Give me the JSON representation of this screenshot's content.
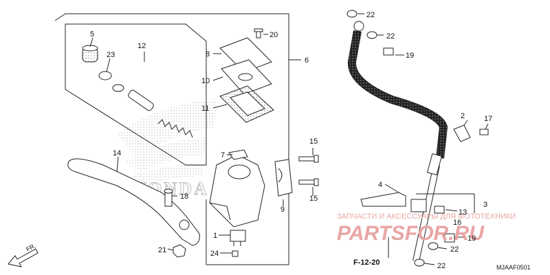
{
  "callouts": {
    "p1": "1",
    "p2": "2",
    "p3": "3",
    "p4": "4",
    "p5": "5",
    "p6": "6",
    "p7": "7",
    "p8": "8",
    "p9": "9",
    "p10": "10",
    "p11": "11",
    "p12": "12",
    "p13": "13",
    "p14": "14",
    "p15a": "15",
    "p15b": "15",
    "p16": "16",
    "p17": "17",
    "p18": "18",
    "p19a": "19",
    "p19b": "19",
    "p20": "20",
    "p21": "21",
    "p22a": "22",
    "p22b": "22",
    "p22c": "22",
    "p22d": "22",
    "p23": "23",
    "p24": "24"
  },
  "reference": "F-12-20",
  "diagram_code": "MJAAF0501",
  "direction_label": "FR.",
  "watermark": {
    "tagline": "ЗАПЧАСТИ И АКСЕССУАРЫ ДЛЯ МОТОТЕХНИКИ",
    "brand": "PARTSFOR.RU"
  },
  "logo_text": "HONDA",
  "colors": {
    "line": "#222222",
    "part_fill": "#ffffff",
    "watermark": "#e9a5a5",
    "logo_shade": "#c8c8c8"
  }
}
